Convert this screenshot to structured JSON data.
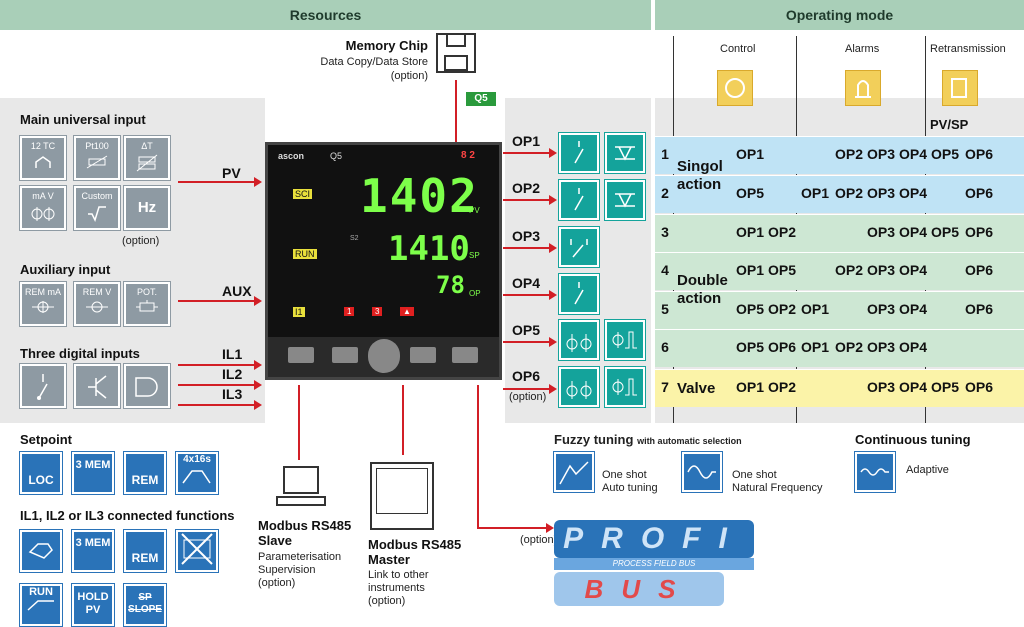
{
  "headers": {
    "resources": "Resources",
    "operating_mode": "Operating mode"
  },
  "memory_chip": {
    "title": "Memory Chip",
    "line1": "Data Copy/Data Store",
    "line2": "(option)",
    "tag": "Q5"
  },
  "main_input": {
    "title": "Main universal input",
    "buttons": [
      "12 TC",
      "Pt100",
      "ΔT",
      "mA  V",
      "Custom",
      "Hz"
    ],
    "option": "(option)",
    "signal": "PV"
  },
  "aux_input": {
    "title": "Auxiliary input",
    "buttons": [
      "REM mA",
      "REM V",
      "POT."
    ],
    "signal": "AUX"
  },
  "digital_inputs": {
    "title": "Three digital inputs",
    "signals": [
      "IL1",
      "IL2",
      "IL3"
    ]
  },
  "controller": {
    "brand": "ascon",
    "model": "Q5",
    "pv": "1402",
    "sp": "1410",
    "op": "78",
    "pv_unit": "PV",
    "sp_unit": "SP",
    "op_unit": "OP",
    "sci": "SCI",
    "run": "RUN",
    "s2": "S2",
    "id": "8 2",
    "leds": [
      "I1",
      "1",
      "3",
      "▲"
    ]
  },
  "outputs": [
    {
      "label": "OP1"
    },
    {
      "label": "OP2"
    },
    {
      "label": "OP3"
    },
    {
      "label": "OP4"
    },
    {
      "label": "OP5"
    },
    {
      "label": "OP6",
      "note": "(option)"
    }
  ],
  "setpoint": {
    "title": "Setpoint",
    "buttons": [
      "LOC",
      "3 MEM",
      "REM",
      "4x16s"
    ]
  },
  "il_functions": {
    "title": "IL1, IL2 or IL3 connected functions",
    "buttons": [
      "",
      "3 MEM",
      "REM",
      "",
      "RUN",
      "HOLD PV",
      "SP SLOPE"
    ]
  },
  "modbus_slave": {
    "title": "Modbus RS485",
    "title2": "Slave",
    "lines": [
      "Parameterisation",
      "Supervision",
      "(option)"
    ]
  },
  "modbus_master": {
    "title": "Modbus RS485",
    "title2": "Master",
    "lines": [
      "Link to other",
      "instruments",
      "(option)"
    ]
  },
  "profibus": {
    "option": "(option)",
    "word1": "PROFI",
    "word2": "BUS",
    "sub": "PROCESS FIELD BUS"
  },
  "fuzzy": {
    "title": "Fuzzy tuning",
    "subtitle": "with automatic selection",
    "item1": [
      "One shot",
      "Auto tuning"
    ],
    "item2": [
      "One shot",
      "Natural Frequency"
    ]
  },
  "continuous": {
    "title": "Continuous tuning",
    "item": "Adaptive"
  },
  "mode_table": {
    "columns": [
      "Control",
      "Alarms",
      "Retransmission"
    ],
    "pvsp": "PV/SP",
    "groups": [
      {
        "label": "Singol action",
        "rows": [
          1,
          2
        ]
      },
      {
        "label": "Double action",
        "rows": [
          4,
          5
        ]
      },
      {
        "label": "Valve",
        "rows": [
          7
        ]
      }
    ],
    "rows": [
      {
        "n": "1",
        "c": [
          "OP1",
          ""
        ],
        "a": [
          "",
          "OP2",
          "OP3",
          "OP4"
        ],
        "r": [
          "OP5",
          "OP6"
        ]
      },
      {
        "n": "2",
        "c": [
          "OP5",
          ""
        ],
        "a": [
          "OP1",
          "OP2",
          "OP3",
          "OP4"
        ],
        "r": [
          "",
          "OP6"
        ]
      },
      {
        "n": "3",
        "c": [
          "OP1",
          "OP2"
        ],
        "a": [
          "",
          "",
          "OP3",
          "OP4"
        ],
        "r": [
          "OP5",
          "OP6"
        ]
      },
      {
        "n": "4",
        "c": [
          "OP1",
          "OP5"
        ],
        "a": [
          "",
          "OP2",
          "OP3",
          "OP4"
        ],
        "r": [
          "",
          "OP6"
        ]
      },
      {
        "n": "5",
        "c": [
          "OP5",
          "OP2"
        ],
        "a": [
          "OP1",
          "",
          "OP3",
          "OP4"
        ],
        "r": [
          "",
          "OP6"
        ]
      },
      {
        "n": "6",
        "c": [
          "OP5",
          "OP6"
        ],
        "a": [
          "OP1",
          "OP2",
          "OP3",
          "OP4"
        ],
        "r": [
          "",
          ""
        ]
      },
      {
        "n": "7",
        "c": [
          "OP1",
          "OP2"
        ],
        "a": [
          "",
          "",
          "OP3",
          "OP4"
        ],
        "r": [
          "OP5",
          "OP6"
        ]
      }
    ],
    "colors": {
      "blue": "#bfe3f5",
      "green": "#cde7d3",
      "yellow": "#fbf3a8"
    }
  }
}
